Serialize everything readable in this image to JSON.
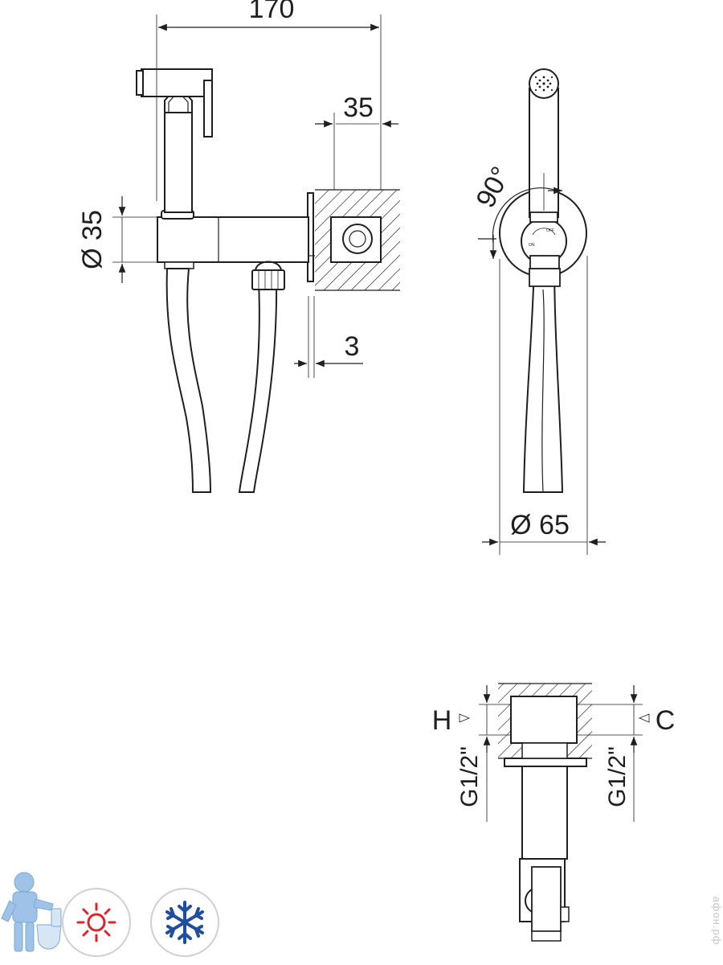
{
  "dimensions": {
    "width_total": "170",
    "wall_depth": "35",
    "tube_diameter": "35",
    "plate_thickness": "3",
    "angle": "90°",
    "plate_diameter": "65",
    "diameter_symbol": "Ø"
  },
  "valve_marks": {
    "on": "ON",
    "off": "OFF"
  },
  "connection": {
    "hot_letter": "H",
    "cold_letter": "C",
    "thread_left": "G1/2\"",
    "thread_right": "G1/2\""
  },
  "watermark": "афон.рф",
  "colors": {
    "hot": "#d9262e",
    "cold": "#1f4e9c",
    "icon_ring": "#d0d0d0",
    "mascot": "#9ec3e6"
  },
  "icons": [
    "plumber-mascot-icon",
    "sun-hot-water-icon",
    "snowflake-cold-water-icon"
  ]
}
